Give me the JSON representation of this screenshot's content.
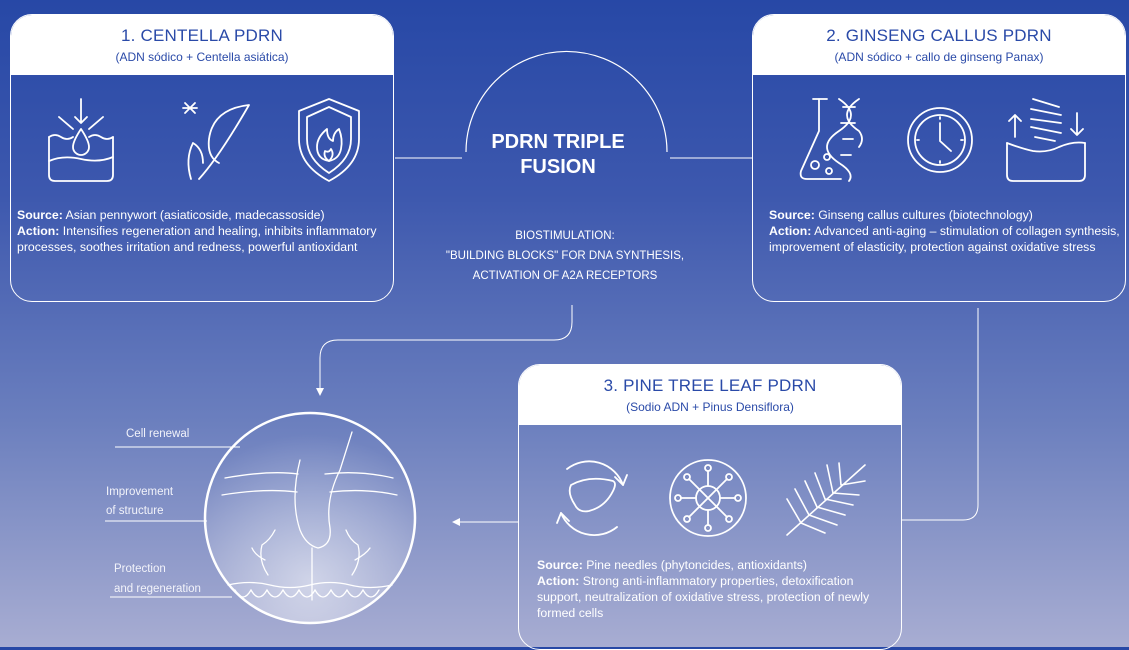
{
  "cards": [
    {
      "title": "1. CENTELLA PDRN",
      "subtitle": "(ADN sódico + Centella asiática)",
      "icons": [
        "skin-penetration-icon",
        "leaf-icon",
        "shield-flame-icon"
      ],
      "source_label": "Source:",
      "source_text": "Asian pennywort (asiaticoside, madecassoside)",
      "action_label": "Action:",
      "action_text": "Intensifies regeneration and healing, inhibits inflammatory processes, soothes irritation and redness, powerful antioxidant"
    },
    {
      "title": "2. GINSENG CALLUS PDRN",
      "subtitle": "(ADN sódico + callo de ginseng Panax)",
      "icons": [
        "dna-flask-icon",
        "clock-icon",
        "skin-spring-icon"
      ],
      "source_label": "Source:",
      "source_text": "Ginseng callus cultures (biotechnology)",
      "action_label": "Action:",
      "action_text": "Advanced anti-aging – stimulation of collagen synthesis, improvement of elasticity, protection against oxidative stress"
    },
    {
      "title": "3. PINE TREE LEAF PDRN",
      "subtitle": "(Sodio ADN + Pinus Densiflora)",
      "icons": [
        "liver-cycle-icon",
        "molecule-icon",
        "pine-branch-icon"
      ],
      "source_label": "Source:",
      "source_text": "Pine needles (phytoncides, antioxidants)",
      "action_label": "Action:",
      "action_text": "Strong anti-inflammatory properties, detoxification support, neutralization of oxidative stress, protection of newly formed cells"
    }
  ],
  "center": {
    "title": "PDRN TRIPLE FUSION",
    "line1": "BIOSTIMULATION:",
    "line2": "\"BUILDING BLOCKS\" FOR DNA SYNTHESIS,",
    "line3": "ACTIVATION OF A2A RECEPTORS"
  },
  "skin": {
    "label1": "Cell renewal",
    "label2a": "Improvement",
    "label2b": "of structure",
    "label3a": "Protection",
    "label3b": "and regeneration"
  },
  "colors": {
    "accent": "#2a4aa8",
    "line": "#ffffff"
  }
}
